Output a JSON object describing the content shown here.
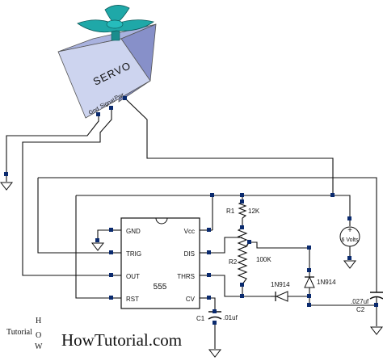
{
  "servo": {
    "label": "SERVO",
    "pins": [
      "Gnd",
      "Signal",
      "Pwr"
    ]
  },
  "ic": {
    "name": "555",
    "pins_left": [
      "GND",
      "TRIG",
      "OUT",
      "RST"
    ],
    "pins_right": [
      "Vcc",
      "DIS",
      "THRS",
      "CV"
    ]
  },
  "components": {
    "r1_ref": "R1",
    "r1_value": "12K",
    "r2_ref": "R2",
    "r2_value": "100K",
    "d1_part": "1N914",
    "d2_part": "1N914",
    "battery_value": "6 Volts",
    "battery_plus": "+",
    "c1_ref": "C1",
    "c1_value": ".01uf",
    "c2_ref": "C2",
    "c2_value": ".027uf"
  },
  "branding": {
    "logo_word": "Tutorial",
    "logo_letters": "HOW",
    "site": "HowTutorial.com"
  },
  "colors": {
    "servo_front": "#cdd4ef",
    "servo_top": "#a9b2df",
    "servo_side": "#8790c9",
    "horn": "#1fa8a8",
    "node": "#0a2a6e",
    "logo_accent": "#b5261e"
  }
}
